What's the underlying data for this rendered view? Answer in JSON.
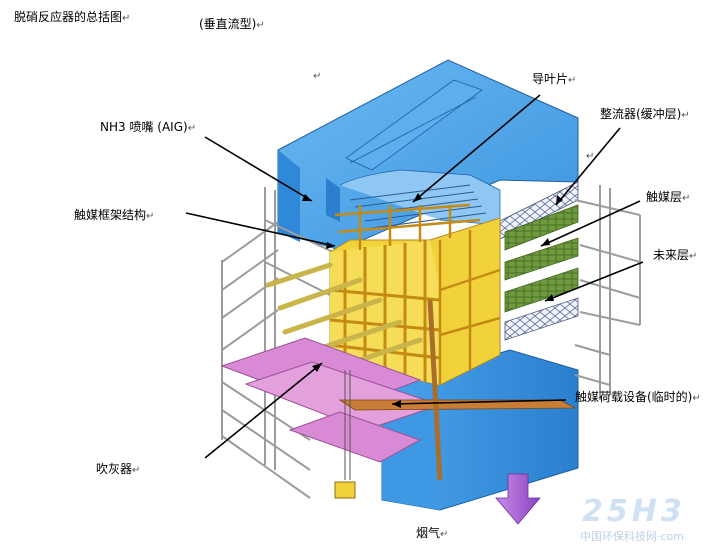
{
  "header": {
    "title": "脱硝反应器的总括图",
    "subtitle": "(垂直流型)"
  },
  "callouts": {
    "guide_vanes": "导叶片",
    "nh3_nozzle": "NH3  喷嘴  (AIG)",
    "straightener": "整流器(缓冲层)",
    "catalyst_frame": "触媒框架结构",
    "catalyst_layer": "触媒层",
    "reserve_layer": "未来层",
    "loading_equipment": "触媒荷载设备(临时的)",
    "soot_blower": "吹灰器",
    "flue_gas": "烟气"
  },
  "paragraph_mark": "↵",
  "watermark": {
    "logo": "25H3",
    "site": "中国环保科技网·com"
  },
  "colors": {
    "duct_blue": "#3d9be6",
    "frame_yellow": "#f2d23a",
    "catalyst_green": "#6f9a3d",
    "grating_purple": "#d98ad4",
    "flow_arrow": "#a25ad6",
    "steel_grey": "#9c9c9c"
  }
}
